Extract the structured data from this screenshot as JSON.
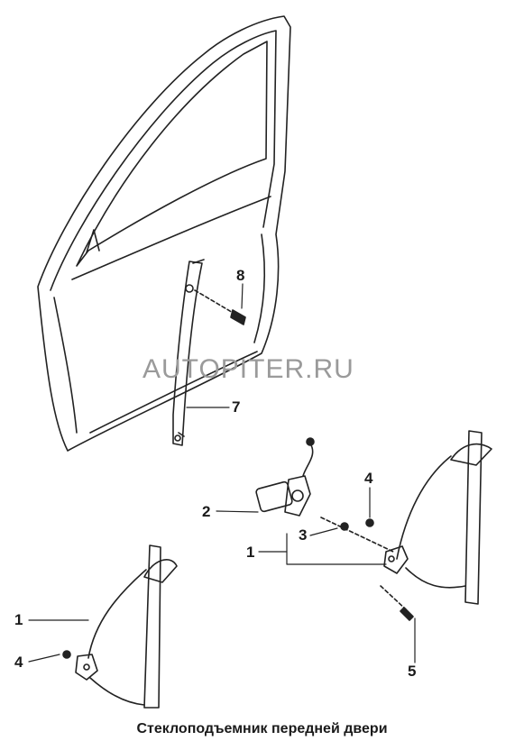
{
  "watermark": "AUTOPITER.RU",
  "caption": "Стеклоподъемник передней двери",
  "callouts": {
    "c8": "8",
    "c7": "7",
    "c2": "2",
    "c3": "3",
    "c4_right": "4",
    "c1_right": "1",
    "c5": "5",
    "c1_left": "1",
    "c4_left": "4"
  }
}
